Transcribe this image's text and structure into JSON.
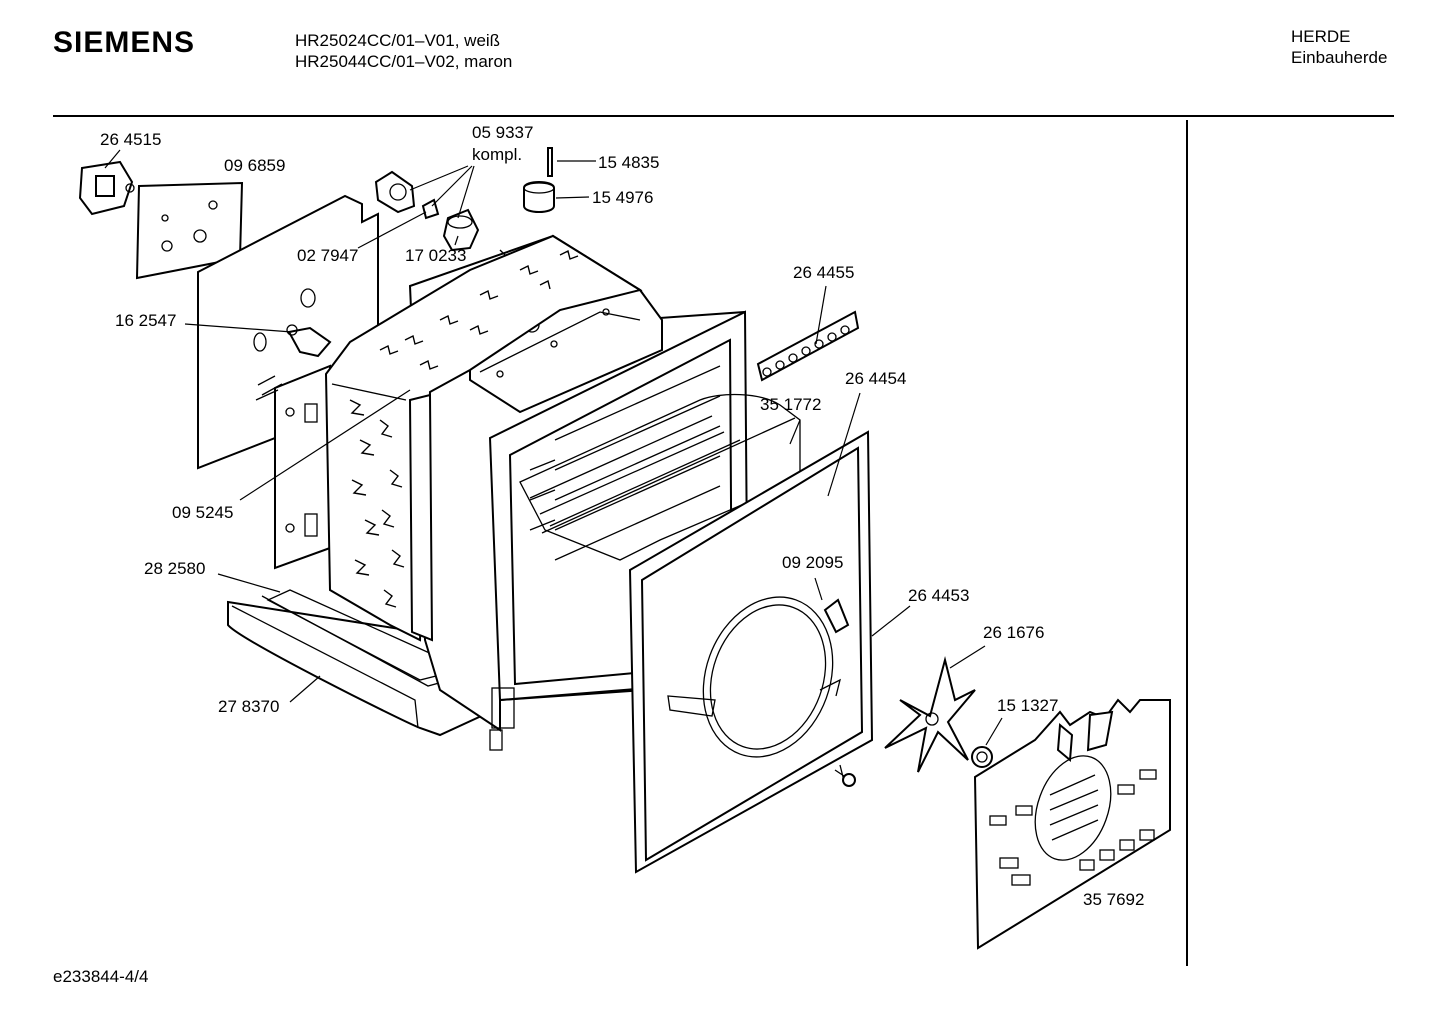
{
  "header": {
    "brand": "SIEMENS",
    "model_line_1": "HR25024CC/01–V01, weiß",
    "model_line_2": "HR25044CC/01–V02, maron",
    "category_line_1": "HERDE",
    "category_line_2": "Einbauherde"
  },
  "parts": [
    {
      "number": "26 4515"
    },
    {
      "number": "09 6859"
    },
    {
      "number": "05 9337"
    },
    {
      "number": "kompl."
    },
    {
      "number": "15 4835"
    },
    {
      "number": "15 4976"
    },
    {
      "number": "02 7947"
    },
    {
      "number": "17 0233"
    },
    {
      "number": "16 2547"
    },
    {
      "number": "26 4455"
    },
    {
      "number": "26 4454"
    },
    {
      "number": "35 1772"
    },
    {
      "number": "09 5245"
    },
    {
      "number": "28 2580"
    },
    {
      "number": "09 2095"
    },
    {
      "number": "26 4453"
    },
    {
      "number": "26 1676"
    },
    {
      "number": "15 1327"
    },
    {
      "number": "27 8370"
    },
    {
      "number": "35 7692"
    }
  ],
  "footer": {
    "drawing_id": "e233844-4/4"
  }
}
